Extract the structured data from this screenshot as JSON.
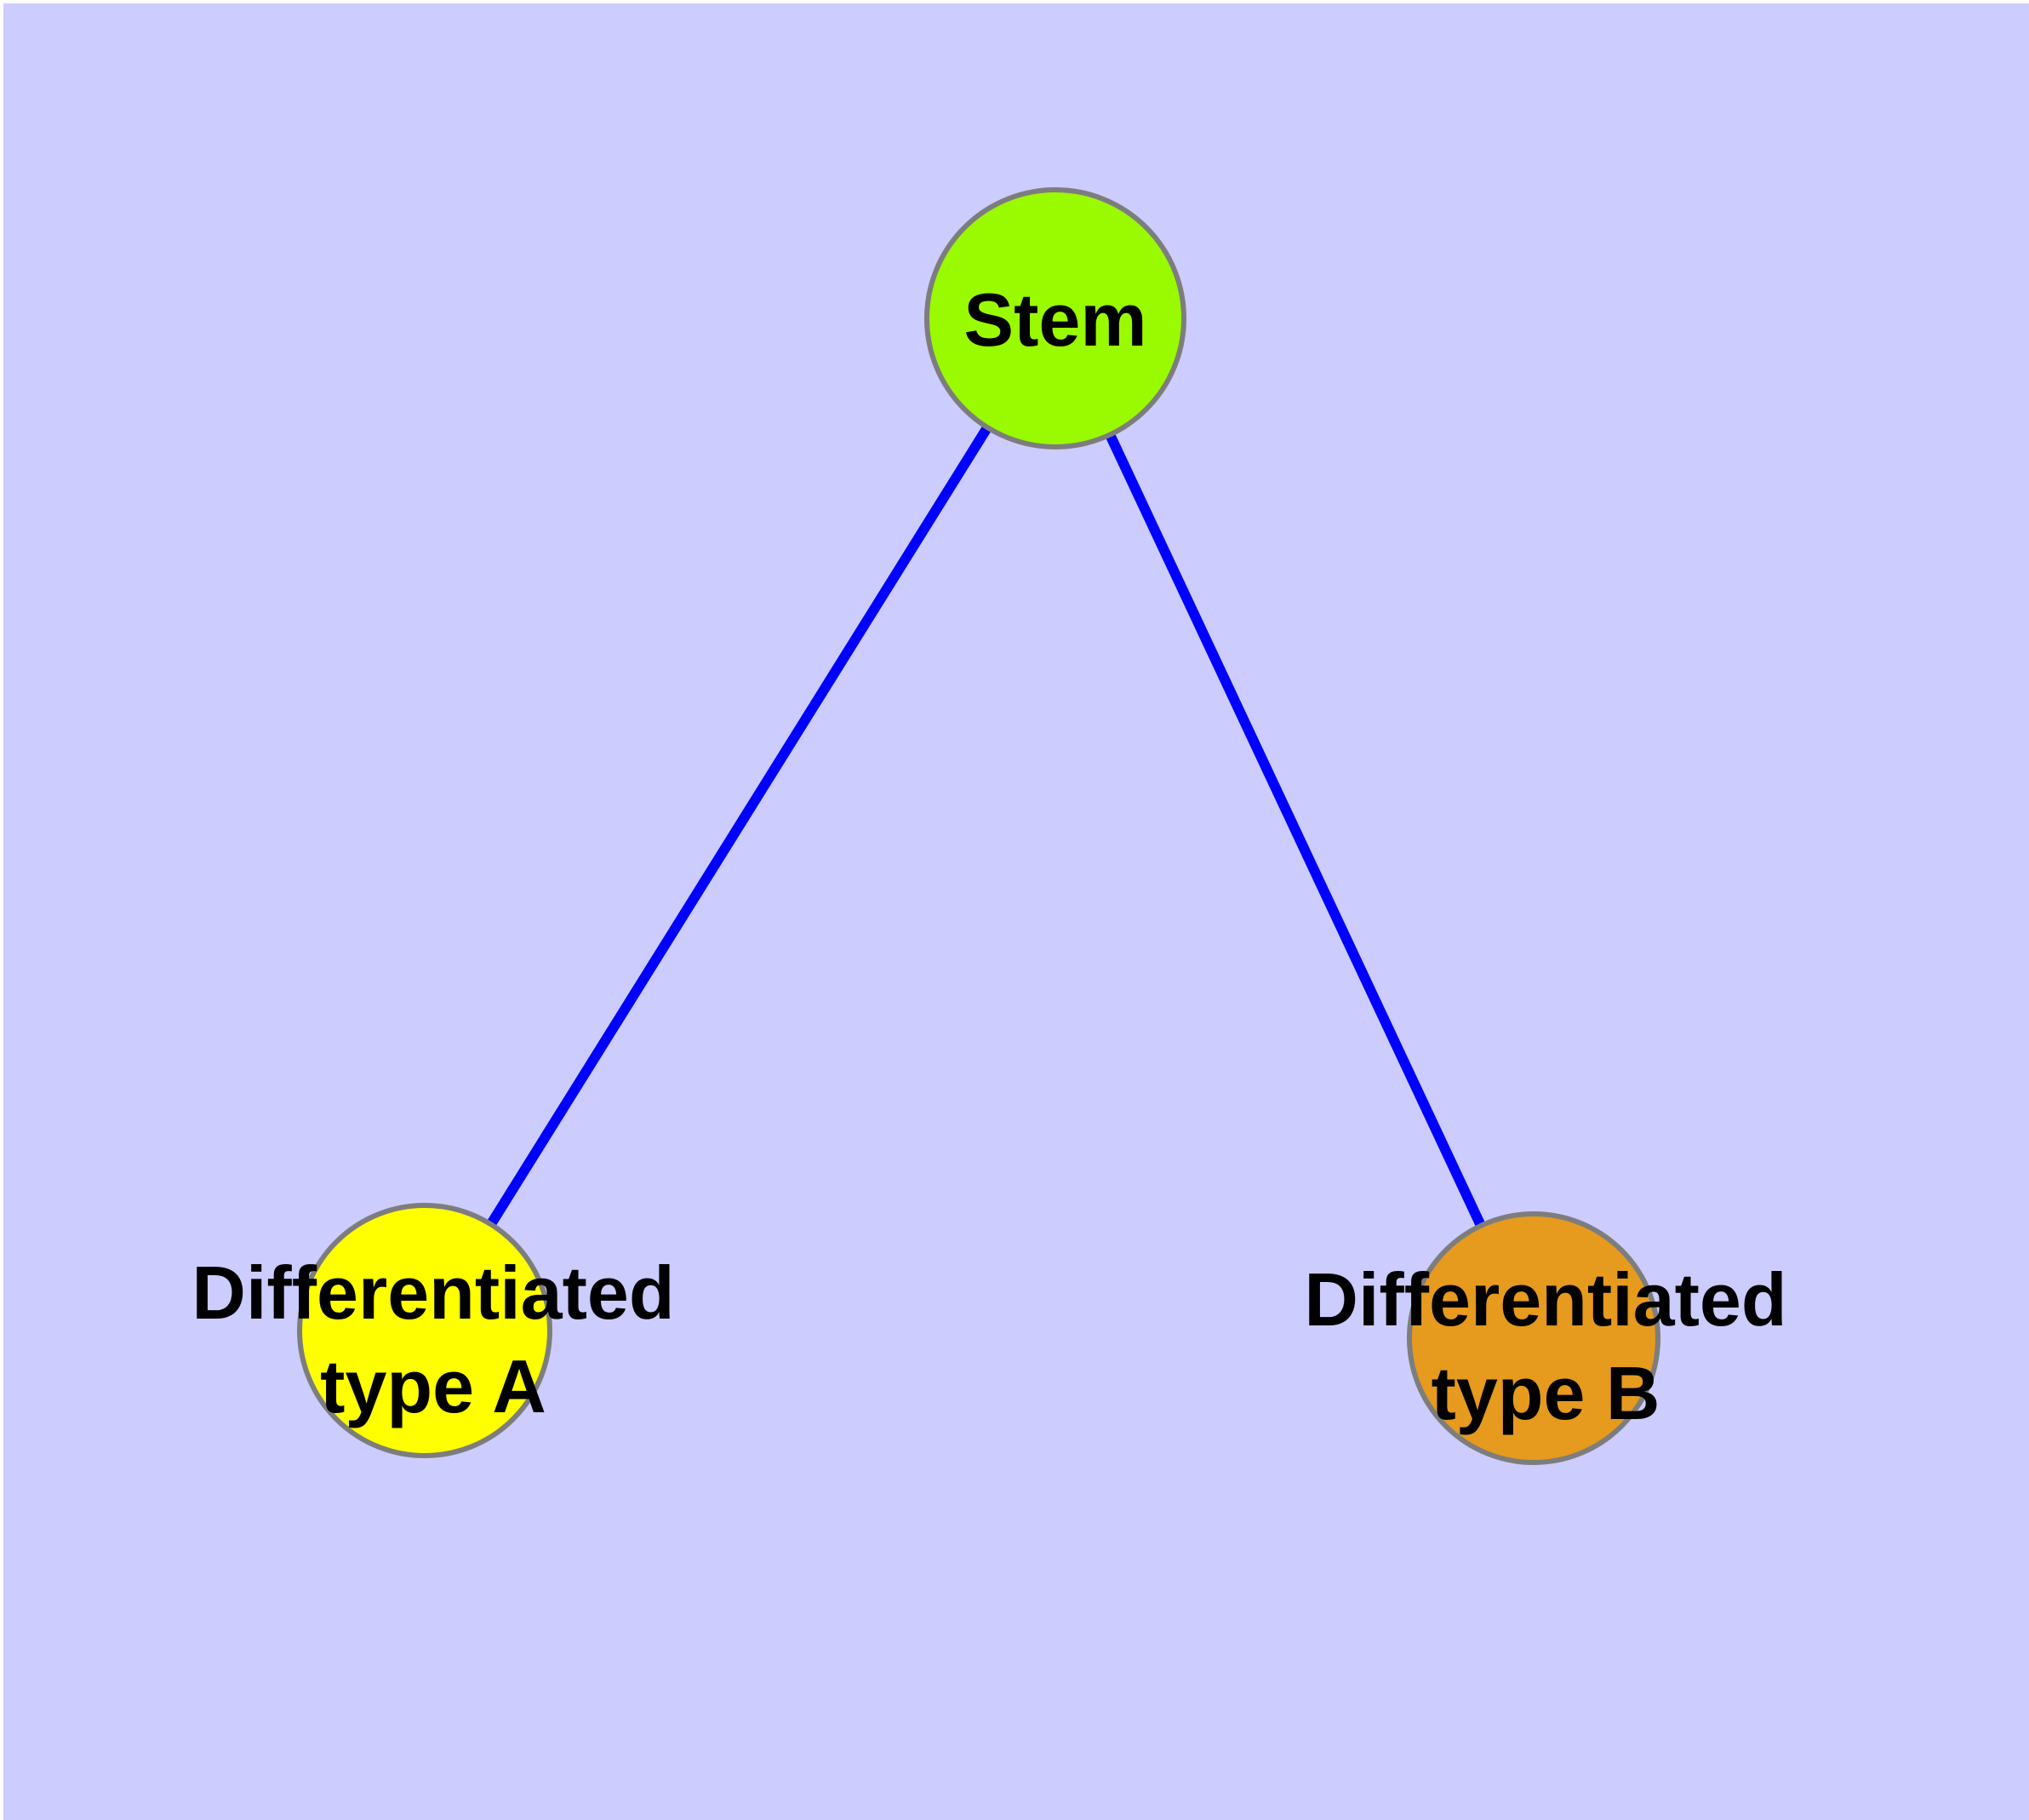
{
  "canvas": {
    "background_color": "#CCCCFF",
    "margin_color": "#FFFFFF"
  },
  "graph": {
    "type": "node-link-diagram",
    "edge_color": "#0000FF",
    "node_border_color": "#7D7D7D",
    "label_color": "#000000",
    "nodes": [
      {
        "id": "stem",
        "label": "Stem",
        "fill": "#9AFA00"
      },
      {
        "id": "diff-a",
        "label": "Differentiated\ntype A",
        "fill": "#FFFF00"
      },
      {
        "id": "diff-b",
        "label": "Differentiated\ntype B",
        "fill": "#E69A1E"
      }
    ],
    "edges": [
      {
        "from": "stem",
        "to": "diff-a"
      },
      {
        "from": "stem",
        "to": "diff-b"
      }
    ]
  }
}
